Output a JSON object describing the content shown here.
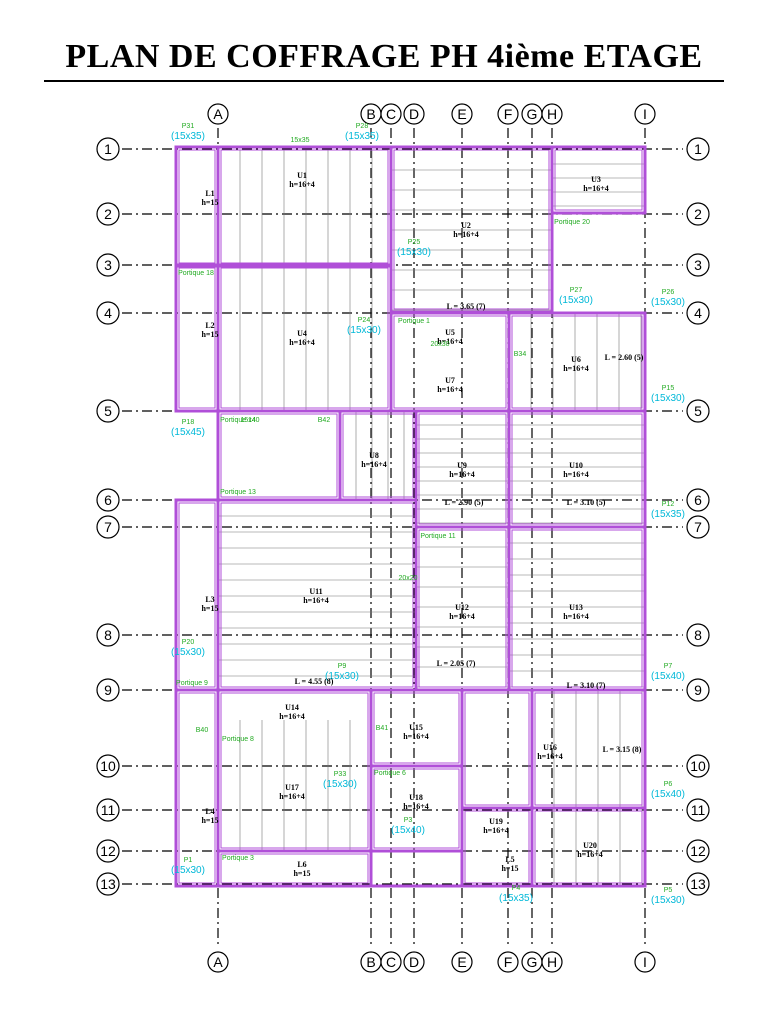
{
  "title": "PLAN DE COFFRAGE PH 4ième ETAGE",
  "colors": {
    "beam": "#b04fd8",
    "label_green": "#22aa22",
    "label_cyan": "#00b8d8",
    "axis": "#000000",
    "title_text": "#000000"
  },
  "axes_vertical": [
    "A",
    "B",
    "C",
    "D",
    "E",
    "F",
    "G",
    "H",
    "I"
  ],
  "axes_horizontal": [
    "1",
    "2",
    "3",
    "4",
    "5",
    "6",
    "7",
    "8",
    "9",
    "10",
    "11",
    "12",
    "13"
  ],
  "slabs": [
    {
      "name": "L1",
      "spec": "h=15"
    },
    {
      "name": "U1",
      "spec": "h=16+4"
    },
    {
      "name": "U2",
      "spec": "h=16+4"
    },
    {
      "name": "U3",
      "spec": "h=16+4"
    },
    {
      "name": "L2",
      "spec": "h=15"
    },
    {
      "name": "U4",
      "spec": "h=16+4"
    },
    {
      "name": "U5",
      "spec": "h=16+4"
    },
    {
      "name": "U6",
      "spec": "h=16+4"
    },
    {
      "name": "U7",
      "spec": "h=16+4"
    },
    {
      "name": "U8",
      "spec": "h=16+4"
    },
    {
      "name": "U9",
      "spec": "h=16+4"
    },
    {
      "name": "U10",
      "spec": "h=16+4"
    },
    {
      "name": "U11",
      "spec": "h=16+4"
    },
    {
      "name": "L3",
      "spec": "h=15"
    },
    {
      "name": "U12",
      "spec": "h=16+4"
    },
    {
      "name": "U13",
      "spec": "h=16+4"
    },
    {
      "name": "U14",
      "spec": "h=16+4"
    },
    {
      "name": "U15",
      "spec": "h=16+4"
    },
    {
      "name": "U16",
      "spec": "h=16+4"
    },
    {
      "name": "U17",
      "spec": "h=16+4"
    },
    {
      "name": "U18",
      "spec": "h=16+4"
    },
    {
      "name": "L4",
      "spec": "h=15"
    },
    {
      "name": "U19",
      "spec": "h=16+4"
    },
    {
      "name": "U20",
      "spec": "h=16+4"
    },
    {
      "name": "L6",
      "spec": "h=15"
    },
    {
      "name": "L5",
      "spec": "h=15"
    }
  ],
  "columns": [
    {
      "name": "P31",
      "size": "(15x35)"
    },
    {
      "name": "P28",
      "size": "(15x35)"
    },
    {
      "name": "P27",
      "size": "(15x30)"
    },
    {
      "name": "P26",
      "size": "(15x30)"
    },
    {
      "name": "P25",
      "size": "(15x30)"
    },
    {
      "name": "P24",
      "size": "(15x30)"
    },
    {
      "name": "P18",
      "size": "(15x45)"
    },
    {
      "name": "P15",
      "size": "(15x30)"
    },
    {
      "name": "P12",
      "size": "(15x35)"
    },
    {
      "name": "P20",
      "size": "(15x30)"
    },
    {
      "name": "P7",
      "size": "(15x40)"
    },
    {
      "name": "P6",
      "size": "(15x40)"
    },
    {
      "name": "P1",
      "size": "(15x30)"
    },
    {
      "name": "P5",
      "size": "(15x30)"
    },
    {
      "name": "P4",
      "size": "(15x35)"
    },
    {
      "name": "P3",
      "size": "(15x40)"
    },
    {
      "name": "P9",
      "size": "(15x30)"
    },
    {
      "name": "P33",
      "size": "(15x30)"
    }
  ],
  "beam_labels": [
    "15x35",
    "15x40",
    "20x30",
    "20x20",
    "B42",
    "B34",
    "B41",
    "B40"
  ],
  "portiques": [
    "Portique 1",
    "Portique 3",
    "Portique 6",
    "Portique 8",
    "Portique 9",
    "Portique 11",
    "Portique 13",
    "Portique 14",
    "Portique 18",
    "Portique 20"
  ],
  "spans": [
    "L = 3.65 (7)",
    "L = 2.90 (5)",
    "L = 3.10 (5)",
    "L = 4.55 (8)",
    "L = 2.05 (7)",
    "L = 3.10 (7)",
    "L = 2.60 (5)",
    "L = 3.15 (8)"
  ]
}
